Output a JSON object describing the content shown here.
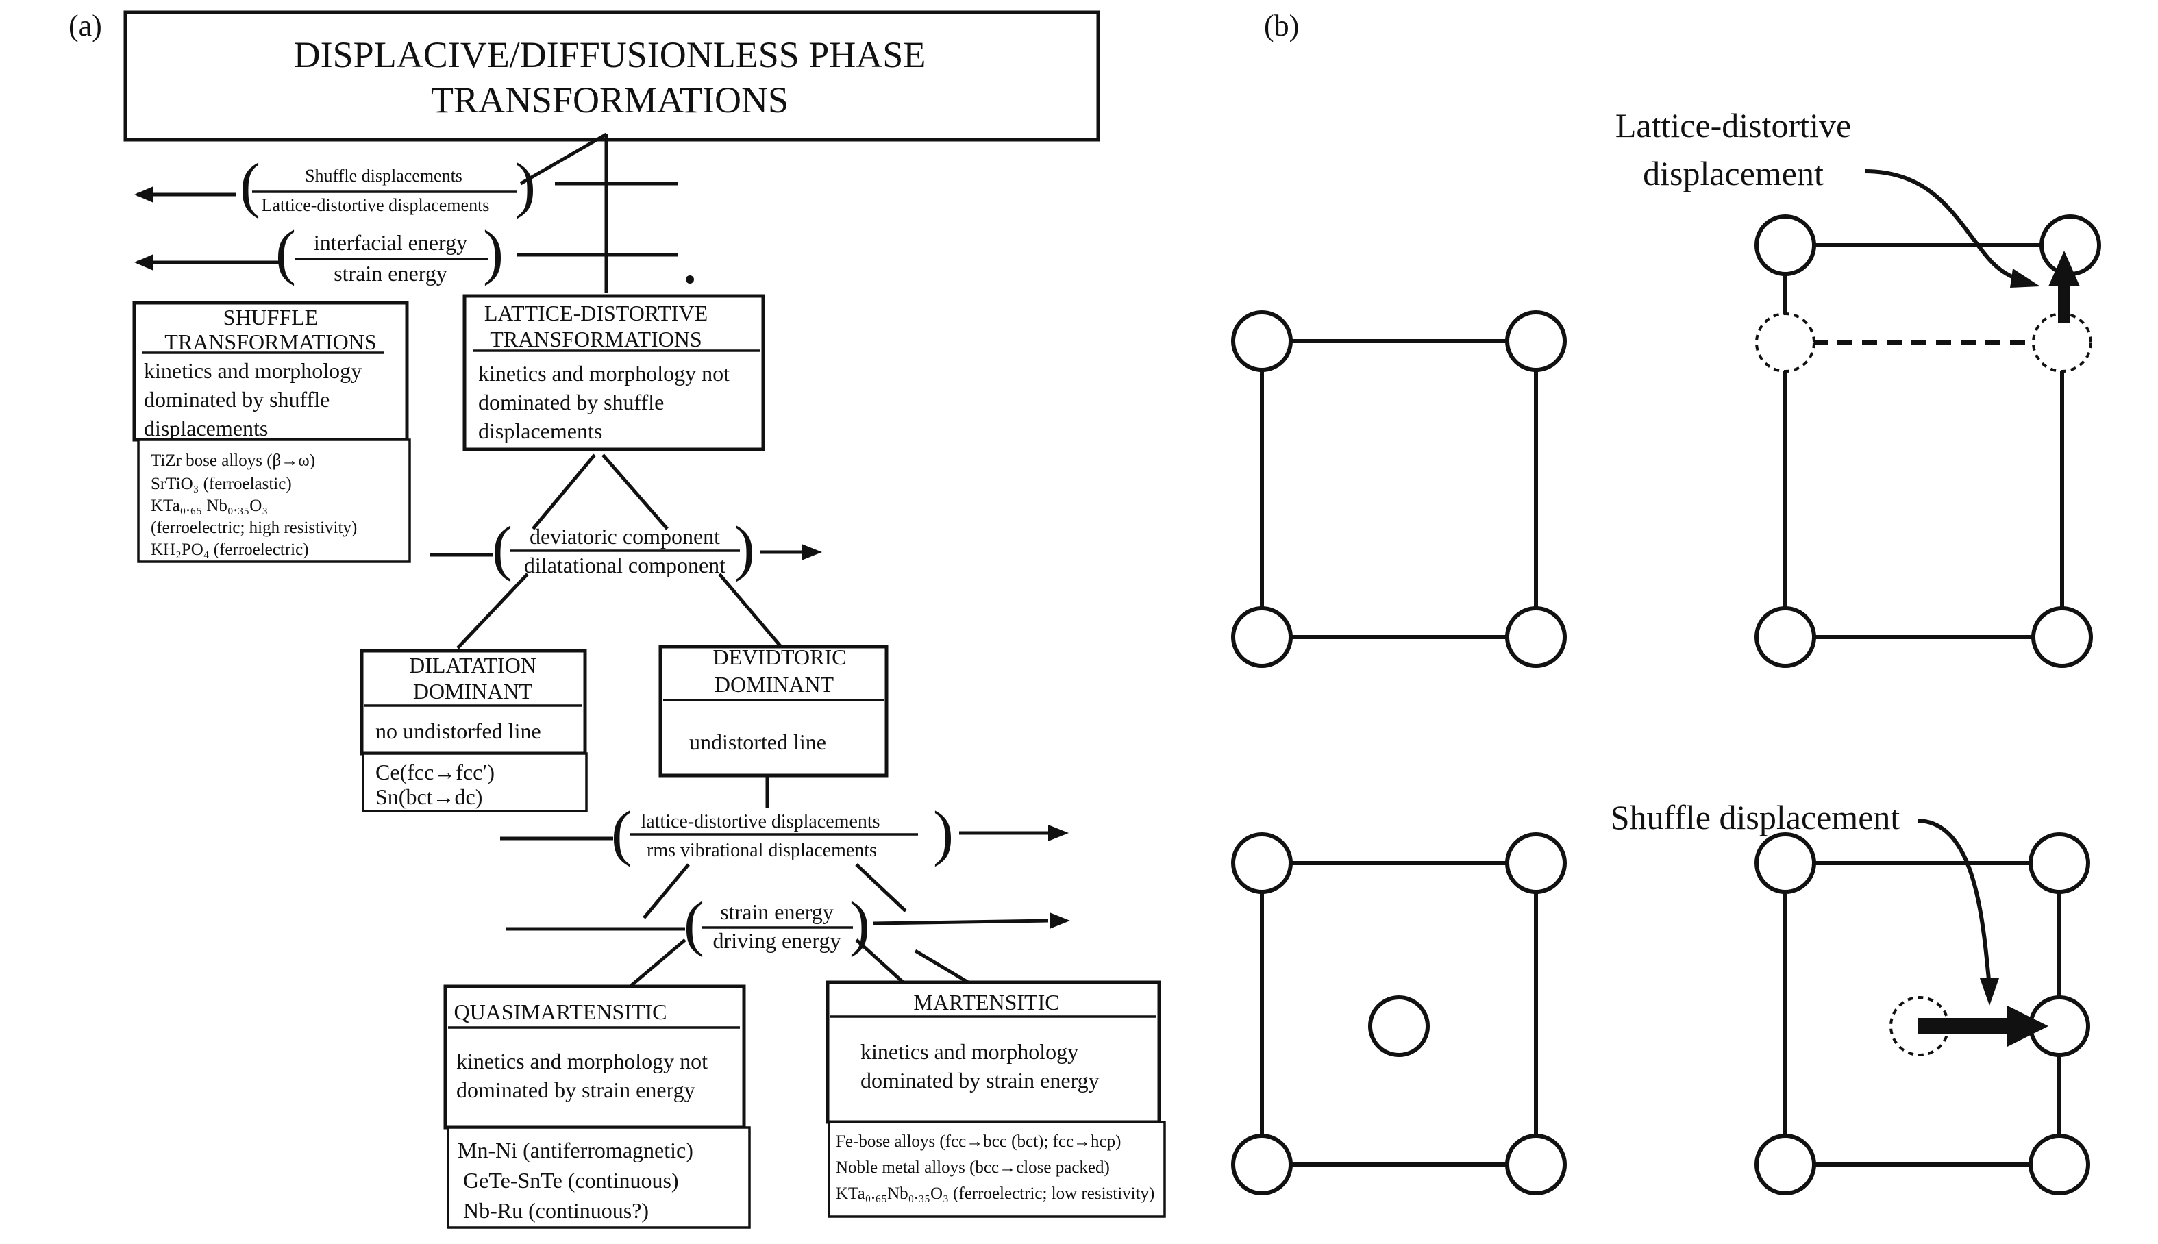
{
  "panel_a": {
    "label": "(a)",
    "title_line1": "DISPLACIVE/DIFFUSIONLESS PHASE",
    "title_line2": "TRANSFORMATIONS",
    "criterion1": {
      "top": "Shuffle displacements",
      "bottom": "Lattice-distortive displacements"
    },
    "criterion2": {
      "top": "interfacial energy",
      "bottom": "strain energy"
    },
    "shuffle": {
      "title1": "SHUFFLE",
      "title2": "TRANSFORMATIONS",
      "desc1": "kinetics and morphology",
      "desc2": "dominated by shuffle",
      "desc3": "displacements",
      "ex1": "TiZr bose alloys (β→ω)",
      "ex2": "SrTiO₃ (ferroelastic)",
      "ex3": "KTa₀.₆₅ Nb₀.₃₅O₃",
      "ex4": "(ferroelectric; high resistivity)",
      "ex5": "KH₂PO₄ (ferroelectric)"
    },
    "lattice": {
      "title1": "LATTICE-DISTORTIVE",
      "title2": "TRANSFORMATIONS",
      "desc1": "kinetics and morphology not",
      "desc2": "dominated by shuffle",
      "desc3": "displacements"
    },
    "criterion3": {
      "top": "deviatoric component",
      "bottom": "dilatational component"
    },
    "dilatation": {
      "title1": "DILATATION",
      "title2": "DOMINANT",
      "desc": "no  undistorfed line",
      "ex1": "Ce(fcc→fcc′)",
      "ex2": "Sn(bct→dc)"
    },
    "deviatoric": {
      "title1": "DEVIDTORIC",
      "title2": "DOMINANT",
      "desc": "undistorted line"
    },
    "criterion4": {
      "top": "lattice-distortive displacements",
      "bottom": "rms vibrational displacements"
    },
    "criterion5": {
      "top": "strain energy",
      "bottom": "driving energy"
    },
    "quasi": {
      "title": "QUASIMARTENSITIC",
      "desc1": "kinetics and morphology not",
      "desc2": "dominated by strain energy",
      "ex1": "Mn-Ni (antiferromagnetic)",
      "ex2": "GeTe-SnTe (continuous)",
      "ex3": "Nb-Ru (continuous?)"
    },
    "martensitic": {
      "title": "MARTENSITIC",
      "desc1": "kinetics and morphology",
      "desc2": "dominated by strain energy",
      "ex1": "Fe-bose alloys (fcc→bcc (bct); fcc→hcp)",
      "ex2": "Noble metal alloys (bcc→close packed)",
      "ex3": "KTa₀.₆₅Nb₀.₃₅O₃ (ferroelectric; low resistivity)"
    }
  },
  "panel_b": {
    "label": "(b)",
    "lattice_label1": "Lattice-distortive",
    "lattice_label2": "displacement",
    "shuffle_label": "Shuffle displacement"
  }
}
